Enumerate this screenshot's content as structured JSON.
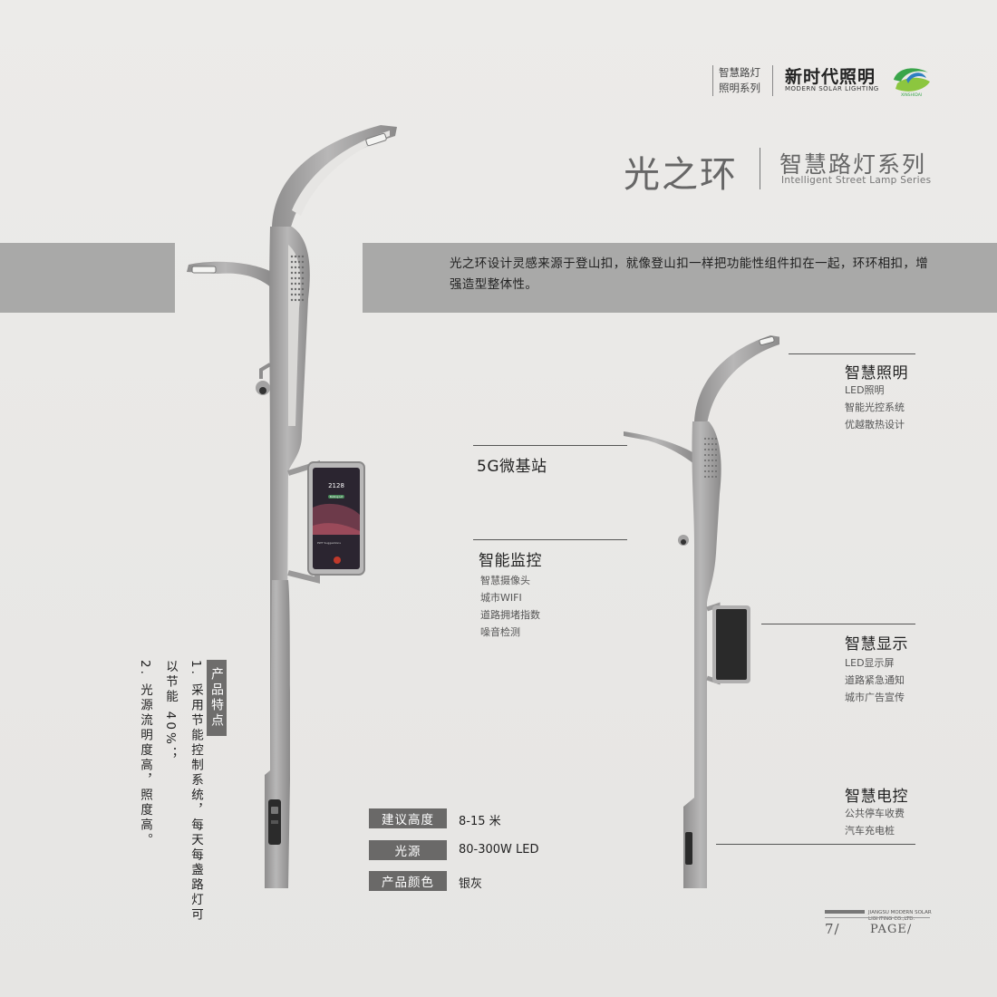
{
  "header": {
    "series_line1": "智慧路灯",
    "series_line2": "照明系列",
    "brand_cn": "新时代照明",
    "brand_en": "MODERN SOLAR LIGHTING",
    "logo_text": "XINSHIDAI"
  },
  "title": {
    "main": "光之环",
    "sub_cn": "智慧路灯系列",
    "sub_en": "Intelligent Street Lamp Series"
  },
  "intro": "光之环设计灵感来源于登山扣，就像登山扣一样把功能性组件扣在一起，环环相扣，增强造型整体性。",
  "features_tag": "产品特点",
  "features_text": {
    "item1": "1. 采用节能控制系统，每天每盏路灯可以节能 40%；",
    "item2": "2. 光源流明度高，照度高。"
  },
  "screen": {
    "number": "2128",
    "pill": "Parking Lot",
    "caption": "PWT Suggestions"
  },
  "labels": {
    "smart_lighting": {
      "title": "智慧照明",
      "items": [
        "LED照明",
        "智能光控系统",
        "优越散热设计"
      ]
    },
    "base_station": {
      "title": "5G微基站"
    },
    "monitoring": {
      "title": "智能监控",
      "items": [
        "智慧摄像头",
        "城市WIFI",
        "道路拥堵指数",
        "噪音检测"
      ]
    },
    "display": {
      "title": "智慧显示",
      "items": [
        "LED显示屏",
        "道路紧急通知",
        "城市广告宣传"
      ]
    },
    "power": {
      "title": "智慧电控",
      "items": [
        "公共停车收费",
        "汽车充电桩"
      ]
    }
  },
  "specs": [
    {
      "key": "建议高度",
      "value": "8-15 米"
    },
    {
      "key": "光源",
      "value": "80-300W LED"
    },
    {
      "key": "产品颜色",
      "value": "银灰"
    }
  ],
  "footer": {
    "company": "JIANGSU MODERN SOLAR LIGHTING CO.,LTD.",
    "page_number": "7/",
    "page_label": "PAGE/"
  },
  "colors": {
    "pole": "#a3a2a2",
    "band": "#a9a9a8",
    "tag": "#6a6968",
    "logo_green": "#3aa54a",
    "logo_blue": "#2f7fc1"
  }
}
